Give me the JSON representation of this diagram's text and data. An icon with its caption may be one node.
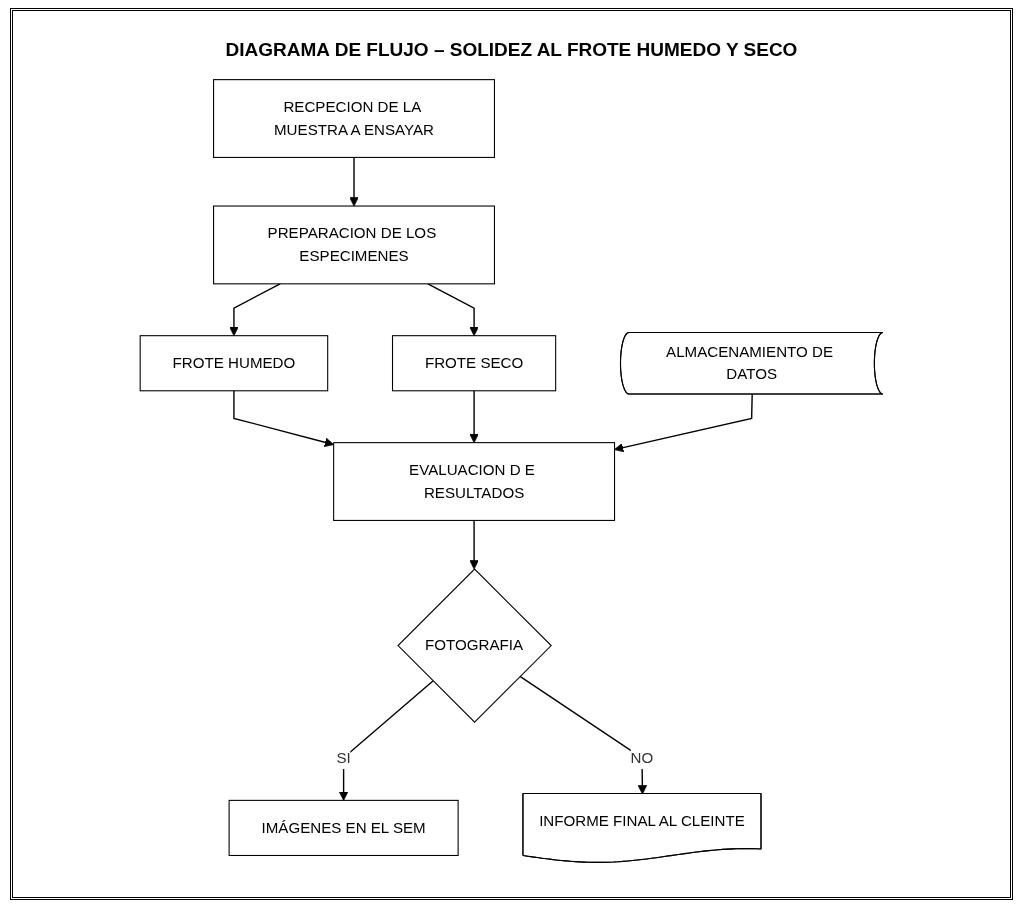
{
  "diagram": {
    "title": "DIAGRAMA DE FLUJO – SOLIDEZ AL FROTE HUMEDO Y SECO",
    "nodes": [
      {
        "text": [
          "RECPECION DE LA MUESTRA A ENSAYAR"
        ]
      },
      {
        "text": [
          "PREPARACION DE LOS ESPECIMENES"
        ]
      },
      {
        "text": [
          "FROTE HUMEDO"
        ]
      },
      {
        "text": [
          "FROTE SECO"
        ]
      },
      {
        "text": [
          "EVALUACION D E RESULTADOS"
        ]
      },
      {
        "text": [
          "ALMACENAMIENTO DE DATOS"
        ]
      },
      {
        "text": [
          "FOTOGRAFIA"
        ]
      },
      {
        "text": [
          "IMÁGENES EN EL SEM"
        ]
      },
      {
        "text": [
          "INFORME FINAL AL CLEINTE"
        ]
      }
    ],
    "edges": [
      {
        "from": 0,
        "to": 1,
        "arrow": "to"
      },
      {
        "from": 1,
        "to": 2,
        "arrow": "to"
      },
      {
        "from": 1,
        "to": 3,
        "arrow": "to"
      },
      {
        "from": 2,
        "to": 4,
        "arrow": "to"
      },
      {
        "from": 3,
        "to": 4,
        "arrow": "to"
      },
      {
        "from": 5,
        "to": 4,
        "arrow": "to"
      },
      {
        "from": 4,
        "to": 6,
        "arrow": "to"
      },
      {
        "from": 6,
        "to": 7,
        "label": "SI",
        "arrow": "to"
      },
      {
        "from": 6,
        "to": 8,
        "label": "NO",
        "arrow": "to"
      }
    ]
  }
}
